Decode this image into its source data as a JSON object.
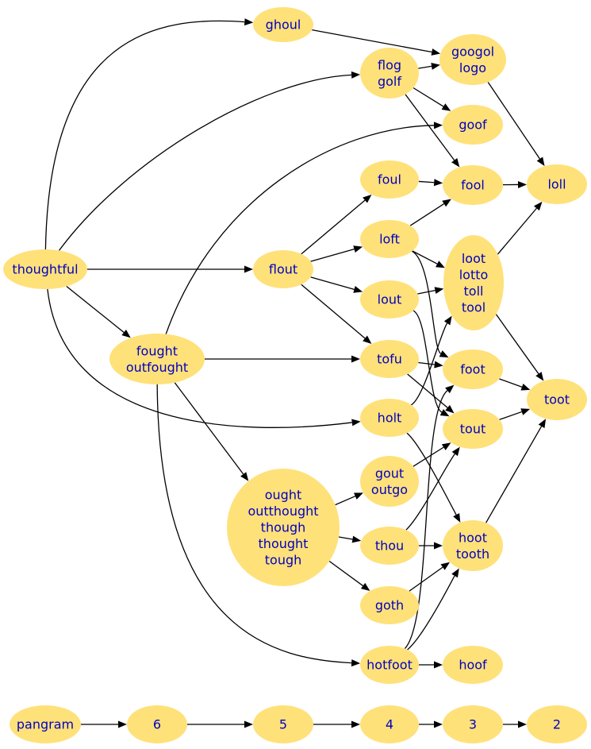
{
  "nodes": [
    {
      "id": "thoughtful",
      "lines": [
        "thoughtful"
      ]
    },
    {
      "id": "ghoul",
      "lines": [
        "ghoul"
      ]
    },
    {
      "id": "flog_golf",
      "lines": [
        "flog",
        "golf"
      ]
    },
    {
      "id": "googol_logo",
      "lines": [
        "googol",
        "logo"
      ]
    },
    {
      "id": "goof",
      "lines": [
        "goof"
      ]
    },
    {
      "id": "foul",
      "lines": [
        "foul"
      ]
    },
    {
      "id": "fool",
      "lines": [
        "fool"
      ]
    },
    {
      "id": "loll",
      "lines": [
        "loll"
      ]
    },
    {
      "id": "loft",
      "lines": [
        "loft"
      ]
    },
    {
      "id": "loot_group",
      "lines": [
        "loot",
        "lotto",
        "toll",
        "tool"
      ]
    },
    {
      "id": "flout",
      "lines": [
        "flout"
      ]
    },
    {
      "id": "lout",
      "lines": [
        "lout"
      ]
    },
    {
      "id": "fought_group",
      "lines": [
        "fought",
        "outfought"
      ]
    },
    {
      "id": "tofu",
      "lines": [
        "tofu"
      ]
    },
    {
      "id": "foot",
      "lines": [
        "foot"
      ]
    },
    {
      "id": "toot",
      "lines": [
        "toot"
      ]
    },
    {
      "id": "holt",
      "lines": [
        "holt"
      ]
    },
    {
      "id": "tout",
      "lines": [
        "tout"
      ]
    },
    {
      "id": "gout_outgo",
      "lines": [
        "gout",
        "outgo"
      ]
    },
    {
      "id": "ought_group",
      "lines": [
        "ought",
        "outthought",
        "though",
        "thought",
        "tough"
      ]
    },
    {
      "id": "thou",
      "lines": [
        "thou"
      ]
    },
    {
      "id": "hoot_tooth",
      "lines": [
        "hoot",
        "tooth"
      ]
    },
    {
      "id": "goth",
      "lines": [
        "goth"
      ]
    },
    {
      "id": "hotfoot",
      "lines": [
        "hotfoot"
      ]
    },
    {
      "id": "hoof",
      "lines": [
        "hoof"
      ]
    },
    {
      "id": "pangram",
      "lines": [
        "pangram"
      ]
    },
    {
      "id": "n6",
      "lines": [
        "6"
      ]
    },
    {
      "id": "n5",
      "lines": [
        "5"
      ]
    },
    {
      "id": "n4",
      "lines": [
        "4"
      ]
    },
    {
      "id": "n3",
      "lines": [
        "3"
      ]
    },
    {
      "id": "n2",
      "lines": [
        "2"
      ]
    }
  ],
  "edges": [
    [
      "thoughtful",
      "ghoul"
    ],
    [
      "thoughtful",
      "flog_golf"
    ],
    [
      "thoughtful",
      "flout"
    ],
    [
      "thoughtful",
      "fought_group"
    ],
    [
      "thoughtful",
      "holt"
    ],
    [
      "ghoul",
      "googol_logo"
    ],
    [
      "flog_golf",
      "googol_logo"
    ],
    [
      "flog_golf",
      "goof"
    ],
    [
      "flog_golf",
      "fool"
    ],
    [
      "googol_logo",
      "loll"
    ],
    [
      "fought_group",
      "goof"
    ],
    [
      "fought_group",
      "tofu"
    ],
    [
      "fought_group",
      "ought_group"
    ],
    [
      "fought_group",
      "hotfoot"
    ],
    [
      "flout",
      "foul"
    ],
    [
      "flout",
      "loft"
    ],
    [
      "flout",
      "lout"
    ],
    [
      "flout",
      "tofu"
    ],
    [
      "foul",
      "fool"
    ],
    [
      "fool",
      "loll"
    ],
    [
      "loft",
      "fool"
    ],
    [
      "loft",
      "loot_group"
    ],
    [
      "loft",
      "foot"
    ],
    [
      "lout",
      "loot_group"
    ],
    [
      "lout",
      "tout"
    ],
    [
      "loot_group",
      "loll"
    ],
    [
      "loot_group",
      "toot"
    ],
    [
      "tofu",
      "foot"
    ],
    [
      "tofu",
      "tout"
    ],
    [
      "foot",
      "toot"
    ],
    [
      "tout",
      "toot"
    ],
    [
      "holt",
      "loot_group"
    ],
    [
      "holt",
      "hoot_tooth"
    ],
    [
      "ought_group",
      "gout_outgo"
    ],
    [
      "ought_group",
      "thou"
    ],
    [
      "ought_group",
      "goth"
    ],
    [
      "gout_outgo",
      "tout"
    ],
    [
      "thou",
      "tout"
    ],
    [
      "thou",
      "hoot_tooth"
    ],
    [
      "goth",
      "hoot_tooth"
    ],
    [
      "hoot_tooth",
      "toot"
    ],
    [
      "hotfoot",
      "foot"
    ],
    [
      "hotfoot",
      "hoot_tooth"
    ],
    [
      "hotfoot",
      "hoof"
    ],
    [
      "pangram",
      "n6"
    ],
    [
      "n6",
      "n5"
    ],
    [
      "n5",
      "n4"
    ],
    [
      "n4",
      "n3"
    ],
    [
      "n3",
      "n2"
    ]
  ],
  "colors": {
    "node_fill": "#ffe17a",
    "label_text": "#0000c0",
    "edge": "#000000",
    "background": "#ffffff"
  }
}
